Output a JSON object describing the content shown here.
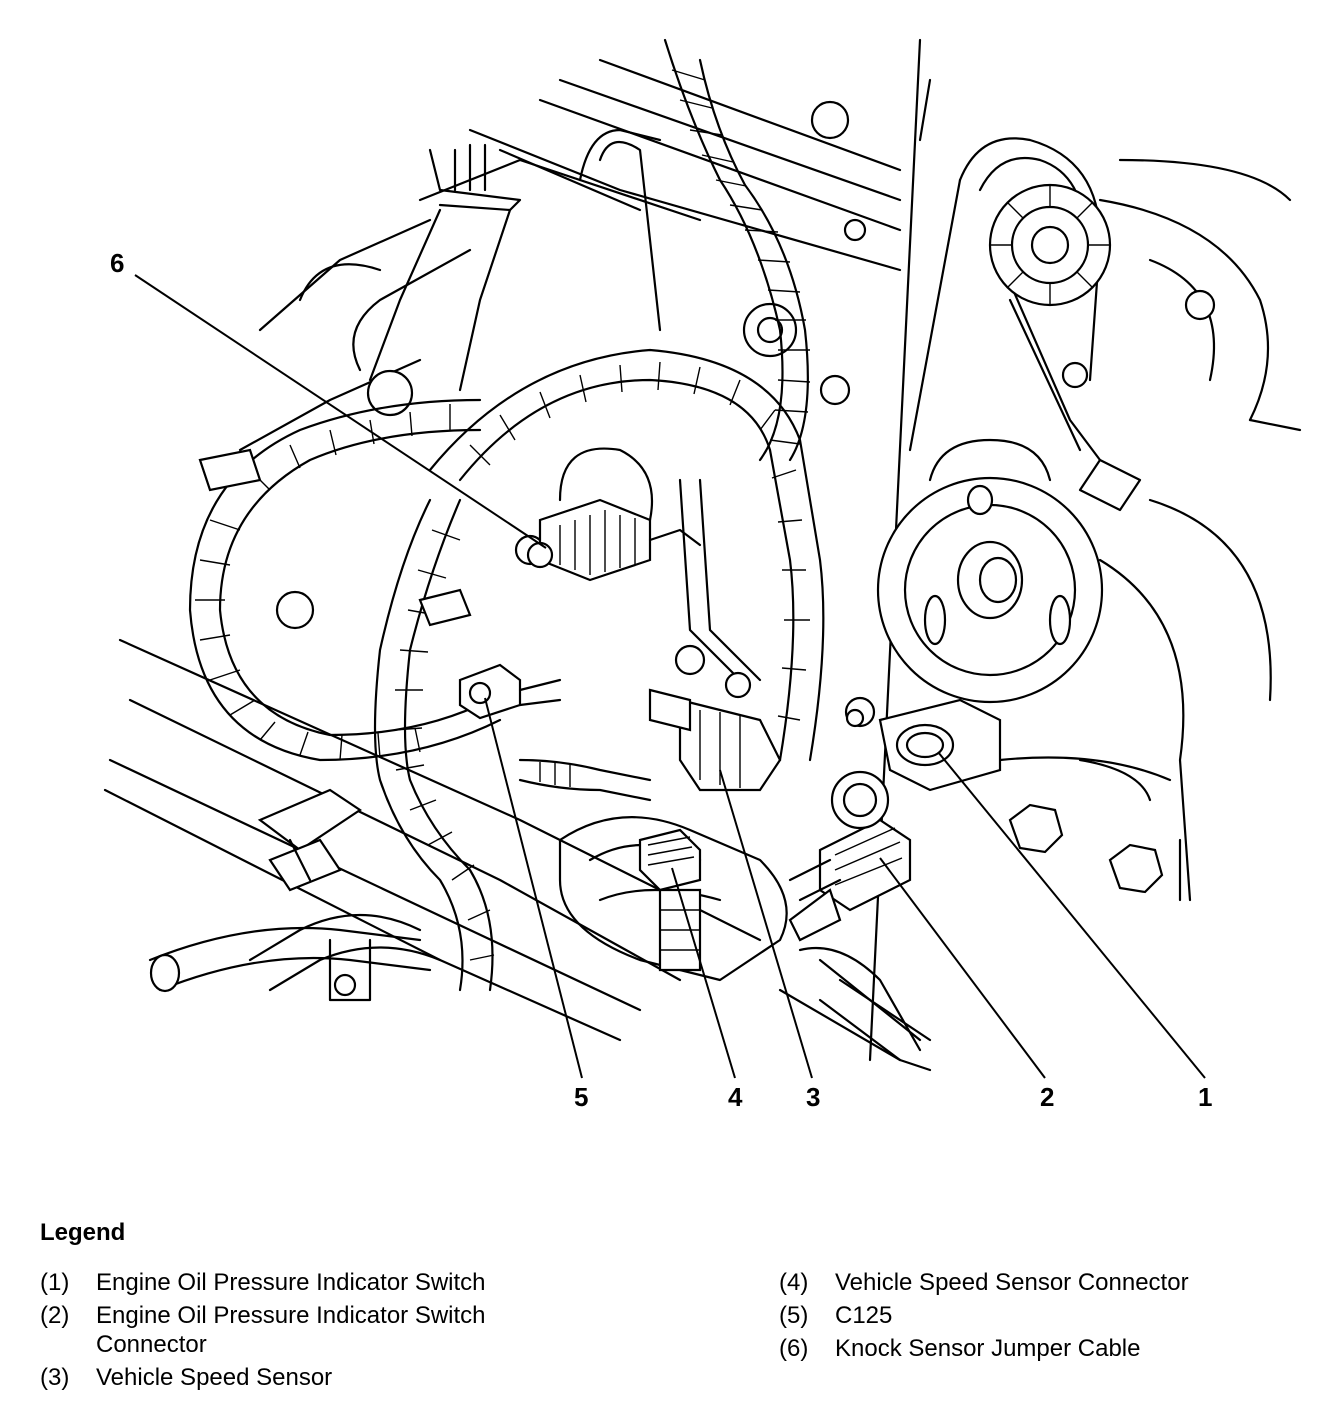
{
  "callouts": [
    "1",
    "2",
    "3",
    "4",
    "5",
    "6"
  ],
  "legend": {
    "title": "Legend",
    "items": [
      {
        "num": "(1)",
        "text": "Engine Oil Pressure Indicator Switch"
      },
      {
        "num": "(2)",
        "text": "Engine Oil Pressure Indicator Switch Connector"
      },
      {
        "num": "(3)",
        "text": "Vehicle Speed Sensor"
      },
      {
        "num": "(4)",
        "text": "Vehicle Speed Sensor Connector"
      },
      {
        "num": "(5)",
        "text": "C125"
      },
      {
        "num": "(6)",
        "text": "Knock Sensor Jumper Cable"
      }
    ]
  }
}
